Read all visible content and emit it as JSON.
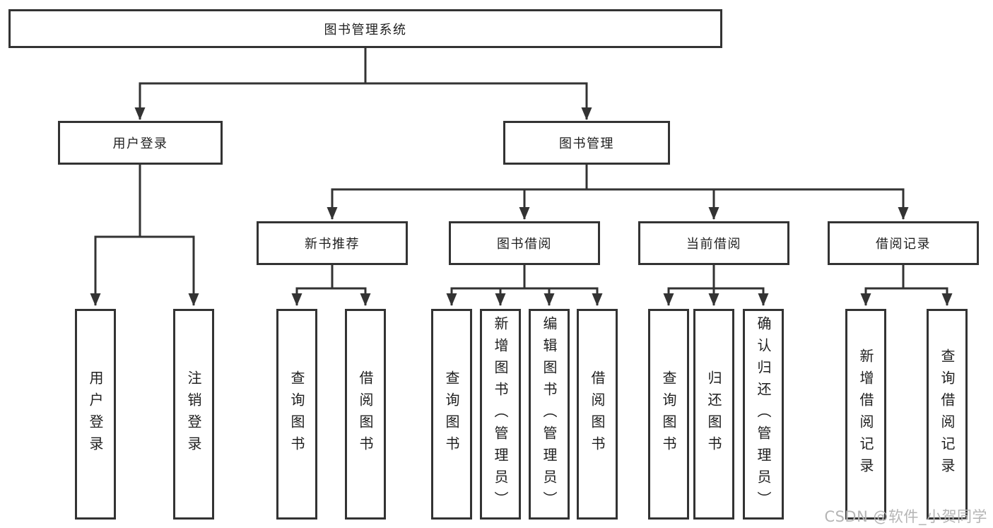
{
  "diagram": {
    "title": "图书管理系统",
    "level2": {
      "user_login": "用户登录",
      "book_mgmt": "图书管理"
    },
    "level3": {
      "new_book_rec": "新书推荐",
      "book_borrow": "图书借阅",
      "current_borrow": "当前借阅",
      "borrow_record": "借阅记录"
    },
    "leaves": {
      "user_login": [
        "用户登录",
        "注销登录"
      ],
      "new_book_rec": [
        "查询图书",
        "借阅图书"
      ],
      "book_borrow": [
        "查询图书",
        "新增图书（管理员）",
        "编辑图书（管理员）",
        "借阅图书"
      ],
      "current_borrow": [
        "查询图书",
        "归还图书",
        "确认归还（管理员）"
      ],
      "borrow_record": [
        "新增借阅记录",
        "查询借阅记录"
      ]
    },
    "colors": {
      "line": "#333333",
      "text": "#1f1f1f",
      "watermark": "#b5b5b5"
    }
  },
  "watermark": "CSDN @软件_小贺同学"
}
